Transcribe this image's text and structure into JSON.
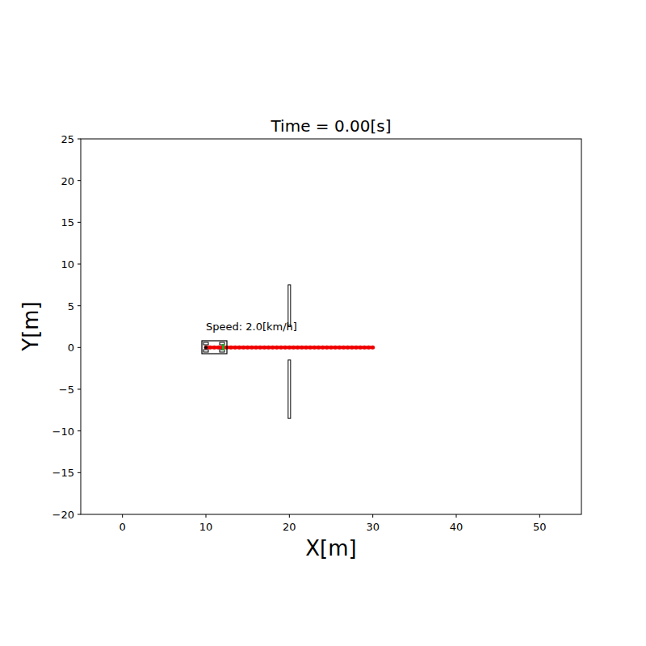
{
  "diagram": {
    "title": "Time = 0.00[s]",
    "labels": [
      "0",
      "10",
      "20",
      "30",
      "40",
      "50",
      "25",
      "20",
      "15",
      "10",
      "5",
      "0",
      "−5",
      "−10",
      "−15",
      "−20",
      "X[m]",
      "Y[m]",
      "Speed: 2.0[km/h]"
    ]
  }
}
